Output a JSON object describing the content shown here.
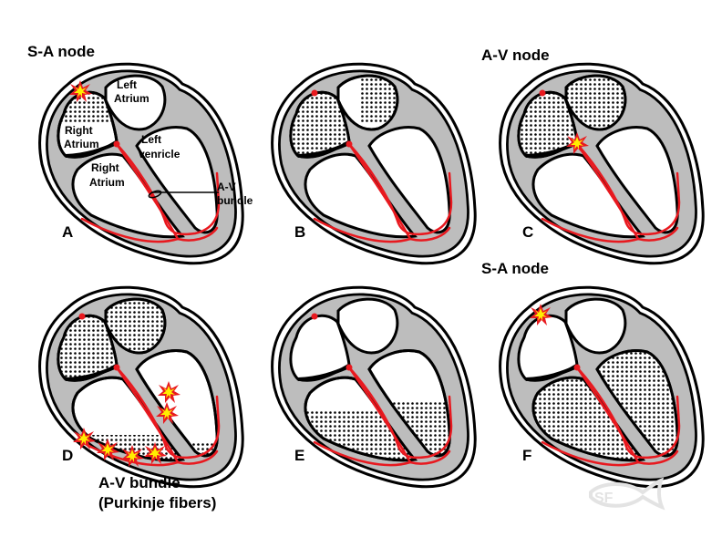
{
  "colors": {
    "wall": "#bdbdbd",
    "conduction": "#e8191f",
    "outline": "#000000",
    "spark_outer": "#e8191f",
    "spark_inner": "#ffee00",
    "logo": "#e3e3e3"
  },
  "labels": {
    "sa_node_a": "S-A node",
    "av_node_c": "A-V node",
    "sa_node_f": "S-A node",
    "av_bundle_d_line1": "A-V bundle",
    "av_bundle_d_line2": "(Purkinje fibers)",
    "left_atrium_1": "Left",
    "left_atrium_2": "Atrium",
    "right_atrium_1": "Right",
    "right_atrium_2": "Atrium",
    "left_ventricle_1": "Left",
    "left_ventricle_2": "venricle",
    "right_ventricle_1": "Right",
    "right_ventricle_2": "Atrium",
    "av_bundle_1": "A-V",
    "av_bundle_2": "bundle"
  },
  "panels": [
    {
      "letter": "A",
      "depolarized": [
        "right-atrium-top"
      ],
      "spark": "sa-node"
    },
    {
      "letter": "B",
      "depolarized": [
        "right-atrium",
        "left-atrium-partial"
      ],
      "spark": "none"
    },
    {
      "letter": "C",
      "depolarized": [
        "right-atrium",
        "left-atrium"
      ],
      "spark": "av-node"
    },
    {
      "letter": "D",
      "depolarized": [
        "right-atrium",
        "left-atrium",
        "ventricles-apex"
      ],
      "spark": "purkinje"
    },
    {
      "letter": "E",
      "depolarized": [
        "ventricles-lower-half"
      ],
      "spark": "none"
    },
    {
      "letter": "F",
      "depolarized": [
        "right-ventricle",
        "left-ventricle"
      ],
      "spark": "sa-node"
    }
  ],
  "logo": "SF fish logo"
}
